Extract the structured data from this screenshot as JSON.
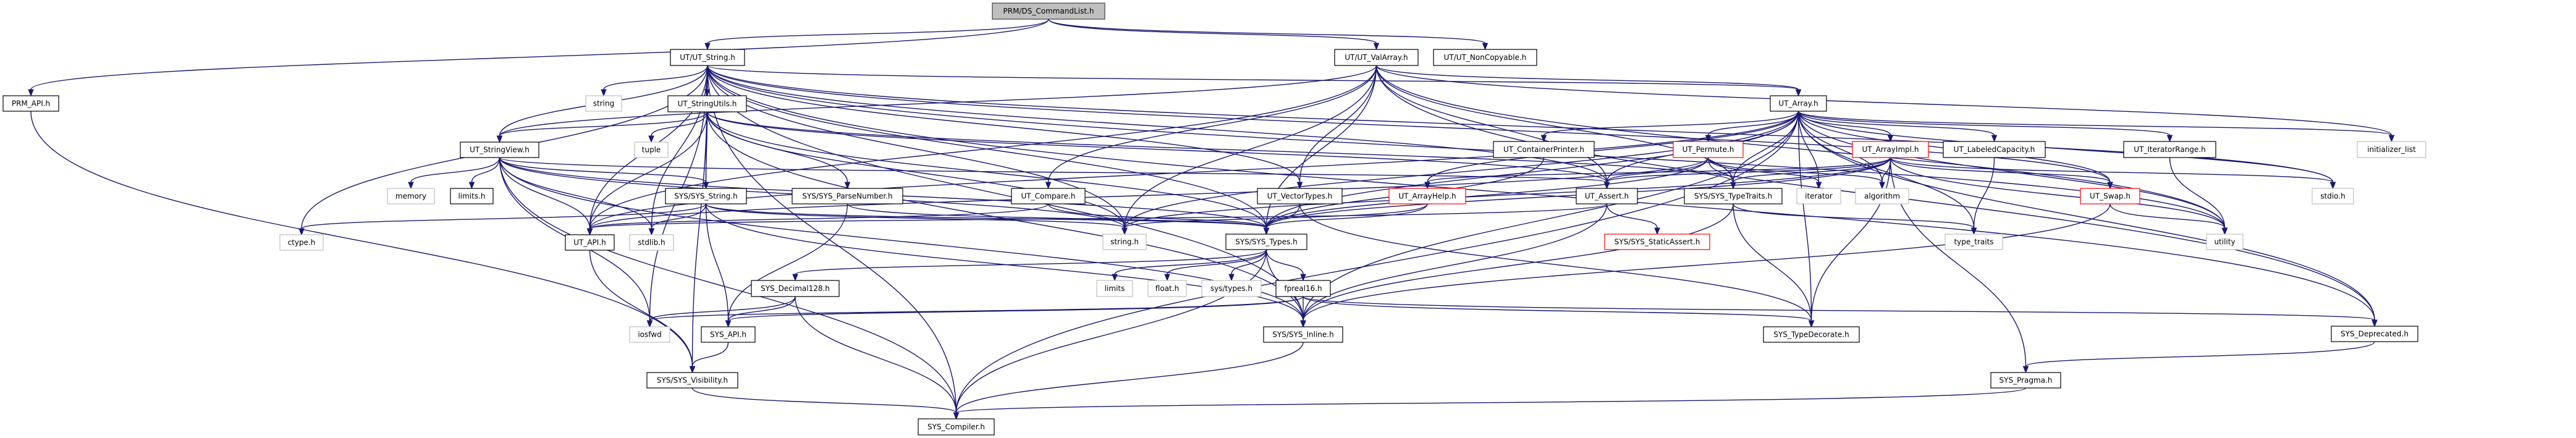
{
  "graph": {
    "title": "PRM/DS_CommandList.h include dependency graph",
    "colors": {
      "edge": "#191970",
      "documented_border": "#000000",
      "truncated_border": "#ff0000",
      "undocumented_border": "#bfbfbf",
      "root_fill": "#bfbfbf"
    },
    "nodes": [
      {
        "id": "root",
        "label": "PRM/DS_CommandList.h",
        "kind": "root"
      },
      {
        "id": "prm_api",
        "label": "PRM_API.h",
        "kind": "normal"
      },
      {
        "id": "ut_string",
        "label": "UT/UT_String.h",
        "kind": "normal"
      },
      {
        "id": "ut_valarray",
        "label": "UT/UT_ValArray.h",
        "kind": "normal"
      },
      {
        "id": "ut_noncopyable",
        "label": "UT/UT_NonCopyable.h",
        "kind": "normal"
      },
      {
        "id": "string",
        "label": "string",
        "kind": "grey"
      },
      {
        "id": "ut_stringutils",
        "label": "UT_StringUtils.h",
        "kind": "normal"
      },
      {
        "id": "ut_array",
        "label": "UT_Array.h",
        "kind": "normal"
      },
      {
        "id": "ut_stringview",
        "label": "UT_StringView.h",
        "kind": "normal"
      },
      {
        "id": "tuple",
        "label": "tuple",
        "kind": "grey"
      },
      {
        "id": "ut_containerprinter",
        "label": "UT_ContainerPrinter.h",
        "kind": "normal"
      },
      {
        "id": "ut_permute",
        "label": "UT_Permute.h",
        "kind": "red"
      },
      {
        "id": "ut_arrayimpl",
        "label": "UT_ArrayImpl.h",
        "kind": "red"
      },
      {
        "id": "ut_labeledcapacity",
        "label": "UT_LabeledCapacity.h",
        "kind": "normal"
      },
      {
        "id": "ut_iteratorrange",
        "label": "UT_IteratorRange.h",
        "kind": "normal"
      },
      {
        "id": "initializer_list",
        "label": "initializer_list",
        "kind": "grey"
      },
      {
        "id": "memory",
        "label": "memory",
        "kind": "grey"
      },
      {
        "id": "limits_h",
        "label": "limits.h",
        "kind": "normal"
      },
      {
        "id": "sys_string",
        "label": "SYS/SYS_String.h",
        "kind": "normal"
      },
      {
        "id": "sys_parsenumber",
        "label": "SYS/SYS_ParseNumber.h",
        "kind": "normal"
      },
      {
        "id": "ut_compare",
        "label": "UT_Compare.h",
        "kind": "normal"
      },
      {
        "id": "ut_vectortypes",
        "label": "UT_VectorTypes.h",
        "kind": "normal"
      },
      {
        "id": "ut_arrayhelp",
        "label": "UT_ArrayHelp.h",
        "kind": "red"
      },
      {
        "id": "ut_assert",
        "label": "UT_Assert.h",
        "kind": "normal"
      },
      {
        "id": "sys_typetraits",
        "label": "SYS/SYS_TypeTraits.h",
        "kind": "normal"
      },
      {
        "id": "iterator",
        "label": "iterator",
        "kind": "grey"
      },
      {
        "id": "algorithm",
        "label": "algorithm",
        "kind": "grey"
      },
      {
        "id": "ut_swap",
        "label": "UT_Swap.h",
        "kind": "red"
      },
      {
        "id": "stdio_h",
        "label": "stdio.h",
        "kind": "grey"
      },
      {
        "id": "ctype_h",
        "label": "ctype.h",
        "kind": "grey"
      },
      {
        "id": "ut_api",
        "label": "UT_API.h",
        "kind": "normal"
      },
      {
        "id": "stdlib_h",
        "label": "stdlib.h",
        "kind": "grey"
      },
      {
        "id": "string_h",
        "label": "string.h",
        "kind": "grey"
      },
      {
        "id": "sys_types",
        "label": "SYS/SYS_Types.h",
        "kind": "normal"
      },
      {
        "id": "sys_staticassert",
        "label": "SYS/SYS_StaticAssert.h",
        "kind": "red"
      },
      {
        "id": "type_traits",
        "label": "type_traits",
        "kind": "grey"
      },
      {
        "id": "utility",
        "label": "utility",
        "kind": "grey"
      },
      {
        "id": "sys_decimal128",
        "label": "SYS_Decimal128.h",
        "kind": "normal"
      },
      {
        "id": "limits",
        "label": "limits",
        "kind": "grey"
      },
      {
        "id": "float_h",
        "label": "float.h",
        "kind": "grey"
      },
      {
        "id": "sys_types_h",
        "label": "sys/types.h",
        "kind": "grey"
      },
      {
        "id": "fpreal16",
        "label": "fpreal16.h",
        "kind": "normal"
      },
      {
        "id": "iosfwd",
        "label": "iosfwd",
        "kind": "grey"
      },
      {
        "id": "sys_api",
        "label": "SYS_API.h",
        "kind": "normal"
      },
      {
        "id": "sys_inline",
        "label": "SYS/SYS_Inline.h",
        "kind": "normal"
      },
      {
        "id": "sys_typedecorate",
        "label": "SYS_TypeDecorate.h",
        "kind": "normal"
      },
      {
        "id": "sys_deprecated",
        "label": "SYS_Deprecated.h",
        "kind": "normal"
      },
      {
        "id": "sys_visibility",
        "label": "SYS/SYS_Visibility.h",
        "kind": "normal"
      },
      {
        "id": "sys_pragma",
        "label": "SYS_Pragma.h",
        "kind": "normal"
      },
      {
        "id": "sys_compiler",
        "label": "SYS_Compiler.h",
        "kind": "normal"
      }
    ],
    "edges": [
      [
        "root",
        "prm_api"
      ],
      [
        "root",
        "ut_string"
      ],
      [
        "root",
        "ut_valarray"
      ],
      [
        "root",
        "ut_noncopyable"
      ],
      [
        "prm_api",
        "sys_visibility"
      ],
      [
        "ut_string",
        "string"
      ],
      [
        "ut_string",
        "ut_stringutils"
      ],
      [
        "ut_string",
        "ut_stringview"
      ],
      [
        "ut_string",
        "sys_string"
      ],
      [
        "ut_string",
        "ut_api"
      ],
      [
        "ut_string",
        "ctype_h"
      ],
      [
        "ut_string",
        "string_h"
      ],
      [
        "ut_string",
        "stdlib_h"
      ],
      [
        "ut_string",
        "iosfwd"
      ],
      [
        "ut_string",
        "sys_types"
      ],
      [
        "ut_string",
        "sys_inline"
      ],
      [
        "ut_string",
        "sys_compiler"
      ],
      [
        "ut_string",
        "ut_assert"
      ],
      [
        "ut_string",
        "ut_swap"
      ],
      [
        "ut_string",
        "ut_array"
      ],
      [
        "ut_string",
        "ut_vectortypes"
      ],
      [
        "ut_string",
        "utility"
      ],
      [
        "ut_string",
        "stdio_h"
      ],
      [
        "ut_string",
        "sys_deprecated"
      ],
      [
        "ut_string",
        "sys_visibility"
      ],
      [
        "ut_stringutils",
        "tuple"
      ],
      [
        "ut_stringutils",
        "ut_stringview"
      ],
      [
        "ut_stringutils",
        "sys_string"
      ],
      [
        "ut_stringutils",
        "sys_parsenumber"
      ],
      [
        "ut_stringutils",
        "ut_api"
      ],
      [
        "ut_stringutils",
        "string_h"
      ],
      [
        "ut_stringutils",
        "sys_types"
      ],
      [
        "ut_stringutils",
        "sys_inline"
      ],
      [
        "ut_stringutils",
        "ut_assert"
      ],
      [
        "ut_stringutils",
        "sys_typetraits"
      ],
      [
        "ut_stringview",
        "memory"
      ],
      [
        "ut_stringview",
        "limits_h"
      ],
      [
        "ut_stringview",
        "sys_string"
      ],
      [
        "ut_stringview",
        "ut_api"
      ],
      [
        "ut_stringview",
        "string_h"
      ],
      [
        "ut_stringview",
        "sys_types"
      ],
      [
        "ut_stringview",
        "iosfwd"
      ],
      [
        "ut_stringview",
        "ut_assert"
      ],
      [
        "ut_stringview",
        "sys_compiler"
      ],
      [
        "ut_stringview",
        "sys_inline"
      ],
      [
        "ut_stringview",
        "stdlib_h"
      ],
      [
        "sys_string",
        "ctype_h"
      ],
      [
        "sys_string",
        "stdlib_h"
      ],
      [
        "sys_string",
        "string_h"
      ],
      [
        "sys_string",
        "sys_types"
      ],
      [
        "sys_string",
        "sys_inline"
      ],
      [
        "sys_string",
        "sys_api"
      ],
      [
        "sys_parsenumber",
        "sys_api"
      ],
      [
        "sys_parsenumber",
        "sys_types"
      ],
      [
        "ut_compare",
        "ut_api"
      ],
      [
        "ut_compare",
        "sys_types"
      ],
      [
        "ut_vectortypes",
        "sys_types"
      ],
      [
        "ut_vectortypes",
        "sys_typedecorate"
      ],
      [
        "ut_valarray",
        "ut_array"
      ],
      [
        "ut_valarray",
        "ut_compare"
      ],
      [
        "ut_valarray",
        "ut_vectortypes"
      ],
      [
        "ut_valarray",
        "string_h"
      ],
      [
        "ut_valarray",
        "sys_types"
      ],
      [
        "ut_valarray",
        "ut_assert"
      ],
      [
        "ut_valarray",
        "ut_api"
      ],
      [
        "ut_valarray",
        "sys_typetraits"
      ],
      [
        "ut_valarray",
        "ut_stringview"
      ],
      [
        "ut_valarray",
        "sys_deprecated"
      ],
      [
        "ut_valarray",
        "utility"
      ],
      [
        "ut_valarray",
        "initializer_list"
      ],
      [
        "ut_array",
        "ut_containerprinter"
      ],
      [
        "ut_array",
        "ut_permute"
      ],
      [
        "ut_array",
        "ut_arrayimpl"
      ],
      [
        "ut_array",
        "ut_labeledcapacity"
      ],
      [
        "ut_array",
        "ut_iteratorrange"
      ],
      [
        "ut_array",
        "initializer_list"
      ],
      [
        "ut_array",
        "ut_arrayhelp"
      ],
      [
        "ut_array",
        "ut_assert"
      ],
      [
        "ut_array",
        "sys_typetraits"
      ],
      [
        "ut_array",
        "iterator"
      ],
      [
        "ut_array",
        "algorithm"
      ],
      [
        "ut_array",
        "ut_swap"
      ],
      [
        "ut_array",
        "stdio_h"
      ],
      [
        "ut_array",
        "string_h"
      ],
      [
        "ut_array",
        "sys_types"
      ],
      [
        "ut_array",
        "ut_api"
      ],
      [
        "ut_array",
        "type_traits"
      ],
      [
        "ut_array",
        "utility"
      ],
      [
        "ut_array",
        "sys_inline"
      ],
      [
        "ut_array",
        "sys_deprecated"
      ],
      [
        "ut_array",
        "sys_compiler"
      ],
      [
        "ut_array",
        "sys_typedecorate"
      ],
      [
        "ut_containerprinter",
        "sys_types"
      ],
      [
        "ut_permute",
        "ut_assert"
      ],
      [
        "ut_permute",
        "sys_typetraits"
      ],
      [
        "ut_permute",
        "iterator"
      ],
      [
        "ut_permute",
        "algorithm"
      ],
      [
        "ut_permute",
        "ut_api"
      ],
      [
        "ut_permute",
        "sys_types"
      ],
      [
        "ut_arrayimpl",
        "ut_arrayhelp"
      ],
      [
        "ut_arrayimpl",
        "ut_assert"
      ],
      [
        "ut_arrayimpl",
        "sys_typetraits"
      ],
      [
        "ut_arrayimpl",
        "algorithm"
      ],
      [
        "ut_arrayimpl",
        "ut_swap"
      ],
      [
        "ut_arrayimpl",
        "string_h"
      ],
      [
        "ut_arrayimpl",
        "utility"
      ],
      [
        "ut_arrayimpl",
        "stdio_h"
      ],
      [
        "ut_arrayimpl",
        "sys_pragma"
      ],
      [
        "ut_arrayimpl",
        "sys_typedecorate"
      ],
      [
        "ut_arrayimpl",
        "sys_types"
      ],
      [
        "ut_labeledcapacity",
        "type_traits"
      ],
      [
        "ut_iteratorrange",
        "utility"
      ],
      [
        "ut_arrayhelp",
        "sys_types"
      ],
      [
        "ut_arrayhelp",
        "string_h"
      ],
      [
        "ut_assert",
        "sys_staticassert"
      ],
      [
        "ut_assert",
        "sys_inline"
      ],
      [
        "ut_assert",
        "ut_api"
      ],
      [
        "sys_typetraits",
        "type_traits"
      ],
      [
        "sys_typetraits",
        "sys_typedecorate"
      ],
      [
        "sys_typetraits",
        "sys_inline"
      ],
      [
        "ut_swap",
        "utility"
      ],
      [
        "ut_swap",
        "sys_inline"
      ],
      [
        "ut_api",
        "sys_visibility"
      ],
      [
        "sys_types",
        "limits"
      ],
      [
        "sys_types",
        "float_h"
      ],
      [
        "sys_types",
        "sys_types_h"
      ],
      [
        "sys_types",
        "fpreal16"
      ],
      [
        "sys_types",
        "sys_decimal128"
      ],
      [
        "sys_types",
        "sys_inline"
      ],
      [
        "sys_types",
        "sys_compiler"
      ],
      [
        "sys_decimal128",
        "iosfwd"
      ],
      [
        "sys_decimal128",
        "sys_api"
      ],
      [
        "sys_decimal128",
        "sys_compiler"
      ],
      [
        "fpreal16",
        "sys_inline"
      ],
      [
        "fpreal16",
        "sys_api"
      ],
      [
        "fpreal16",
        "iosfwd"
      ],
      [
        "fpreal16",
        "sys_typedecorate"
      ],
      [
        "fpreal16",
        "sys_deprecated"
      ],
      [
        "sys_api",
        "sys_visibility"
      ],
      [
        "sys_inline",
        "sys_compiler"
      ],
      [
        "sys_visibility",
        "sys_compiler"
      ],
      [
        "sys_deprecated",
        "sys_pragma"
      ],
      [
        "sys_pragma",
        "sys_compiler"
      ]
    ]
  }
}
